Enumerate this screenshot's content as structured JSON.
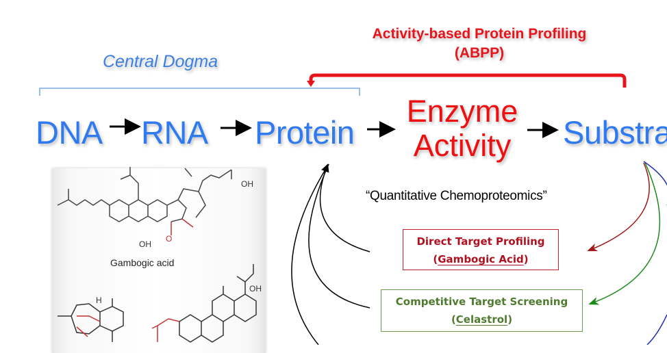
{
  "header": {
    "abpp_line1": "Activity-based Protein Profiling",
    "abpp_line2": "(ABPP)",
    "central_dogma": "Central Dogma"
  },
  "flow": {
    "dna": "DNA",
    "rna": "RNA",
    "protein": "Protein",
    "enzyme_line1": "Enzyme",
    "enzyme_line2": "Activity",
    "substrate": "Substra"
  },
  "quant_label": "“Quantitative Chemoproteomics”",
  "boxes": {
    "direct_title": "Direct Target Profiling",
    "direct_open": "(",
    "direct_compound": "Gambogic Acid",
    "direct_close": ")",
    "comp_title": "Competitive Target Screening",
    "comp_open": "(",
    "comp_compound": "Celastrol",
    "comp_close": ")"
  },
  "chem": {
    "gambogic_label": "Gambogic acid",
    "oh": "OH",
    "h": "H",
    "o": "O"
  },
  "colors": {
    "abpp_red": "#e8141c",
    "dogma_blue": "#3b7fe0",
    "flow_blue": "#2f7af0",
    "enzyme_red": "#ee1010",
    "direct_red": "#b01020",
    "comp_green": "#4f7a30",
    "arrow_blue": "#1f2fb8"
  }
}
